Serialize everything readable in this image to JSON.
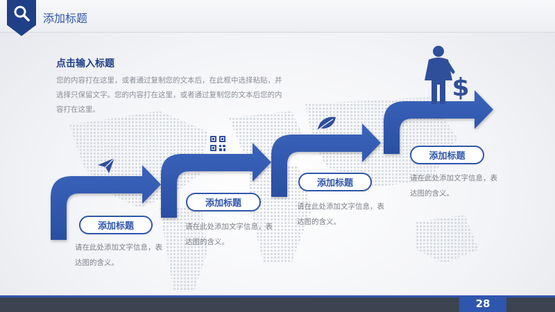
{
  "header": {
    "title": "添加标题"
  },
  "intro": {
    "title": "点击输入标题",
    "body": "您的内容打在这里，或者通过复制您的文本后，在此框中选择粘贴，并选择只保留文字。您的内容打在这里，或者通过复制您的文本后您的内容打在这里。"
  },
  "steps": [
    {
      "label": "添加标题",
      "desc": "请在此处添加文字信息，表达图的含义。",
      "icon": "paper-plane-icon"
    },
    {
      "label": "添加标题",
      "desc": "请在此处添加文字信息，表达图的含义。",
      "icon": "qr-code-icon"
    },
    {
      "label": "添加标题",
      "desc": "请在此处添加文字信息，表达图的含义。",
      "icon": "leaf-icon"
    },
    {
      "label": "添加标题",
      "desc": "请在此处添加文字信息，表达图的含义。",
      "icon": "businessman-dollar-icon"
    }
  ],
  "footer": {
    "page_number": "28"
  },
  "colors": {
    "accent": "#2f56ad",
    "dark": "#3d4350",
    "text_gray": "#8a8e96"
  }
}
